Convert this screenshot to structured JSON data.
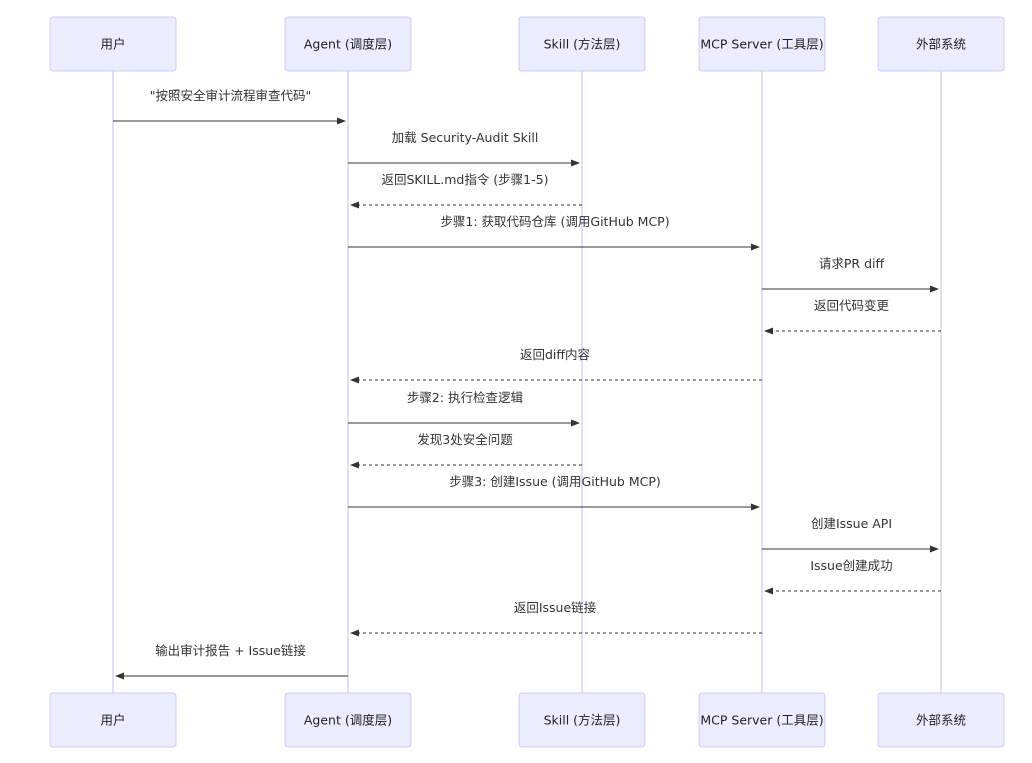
{
  "participants": [
    {
      "id": "user",
      "label": "用户"
    },
    {
      "id": "agent",
      "label": "Agent (调度层)"
    },
    {
      "id": "skill",
      "label": "Skill (方法层)"
    },
    {
      "id": "mcp",
      "label": "MCP Server (工具层)"
    },
    {
      "id": "ext",
      "label": "外部系统"
    }
  ],
  "messages": [
    {
      "from": "user",
      "to": "agent",
      "label": "\"按照安全审计流程审查代码\"",
      "style": "solid"
    },
    {
      "from": "agent",
      "to": "skill",
      "label": "加载 Security-Audit Skill",
      "style": "solid"
    },
    {
      "from": "skill",
      "to": "agent",
      "label": "返回SKILL.md指令 (步骤1-5)",
      "style": "dashed"
    },
    {
      "from": "agent",
      "to": "mcp",
      "label": "步骤1: 获取代码仓库 (调用GitHub MCP)",
      "style": "solid"
    },
    {
      "from": "mcp",
      "to": "ext",
      "label": "请求PR diff",
      "style": "solid"
    },
    {
      "from": "ext",
      "to": "mcp",
      "label": "返回代码变更",
      "style": "dashed"
    },
    {
      "from": "mcp",
      "to": "agent",
      "label": "返回diff内容",
      "style": "dashed"
    },
    {
      "from": "agent",
      "to": "skill",
      "label": "步骤2: 执行检查逻辑",
      "style": "solid"
    },
    {
      "from": "skill",
      "to": "agent",
      "label": "发现3处安全问题",
      "style": "dashed"
    },
    {
      "from": "agent",
      "to": "mcp",
      "label": "步骤3: 创建Issue (调用GitHub MCP)",
      "style": "solid"
    },
    {
      "from": "mcp",
      "to": "ext",
      "label": "创建Issue API",
      "style": "solid"
    },
    {
      "from": "ext",
      "to": "mcp",
      "label": "Issue创建成功",
      "style": "dashed"
    },
    {
      "from": "mcp",
      "to": "agent",
      "label": "返回Issue链接",
      "style": "dashed"
    },
    {
      "from": "agent",
      "to": "user",
      "label": "输出审计报告 + Issue链接",
      "style": "solid"
    }
  ],
  "colors": {
    "actor_fill": "#ececff",
    "actor_stroke": "#cfcbf5",
    "lifeline": "#d8d2f5",
    "message": "#333333"
  }
}
